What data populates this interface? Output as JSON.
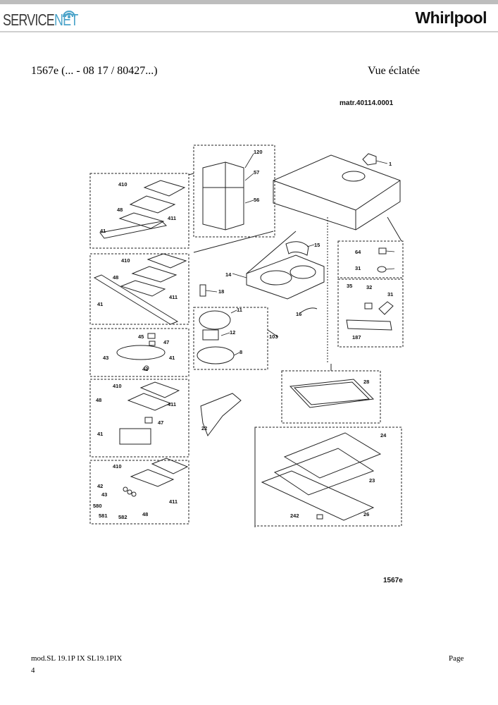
{
  "header": {
    "logo_left": "SERVICE",
    "logo_left_accent": "NET",
    "logo_right": "Whirlpool"
  },
  "title": "1567e (... - 08 17 / 80427...)",
  "subtitle": "Vue éclatée",
  "diagram": {
    "matr": "matr.40114.0001",
    "code": "1567e",
    "labels": {
      "l120": "120",
      "l57": "57",
      "l56": "56",
      "l1": "1",
      "l15": "15",
      "l14": "14",
      "l18": "18",
      "l16": "16",
      "l11": "11",
      "l12": "12",
      "l103": "103",
      "l8": "8",
      "l64": "64",
      "l31a": "31",
      "l35": "35",
      "l32": "32",
      "l31b": "31",
      "l187": "187",
      "l28": "28",
      "l22": "22",
      "l24": "24",
      "l23": "23",
      "l242": "242",
      "l26": "26",
      "p1_410": "410",
      "p1_48": "48",
      "p1_411": "411",
      "p1_41": "41",
      "p2_410": "410",
      "p2_48": "48",
      "p2_411": "411",
      "p2_41": "41",
      "p3_45": "45",
      "p3_47": "47",
      "p3_43": "43",
      "p3_41": "41",
      "p3_42": "42",
      "p4_410": "410",
      "p4_48": "48",
      "p4_411": "411",
      "p4_47": "47",
      "p4_41": "41",
      "p5_410": "410",
      "p5_42": "42",
      "p5_43": "43",
      "p5_580": "580",
      "p5_581": "581",
      "p5_582": "582",
      "p5_48": "48",
      "p5_411": "411"
    }
  },
  "footer": {
    "model": "mod.SL 19.1P IX SL19.1PIX",
    "page_label": "Page",
    "page_number": "4"
  }
}
